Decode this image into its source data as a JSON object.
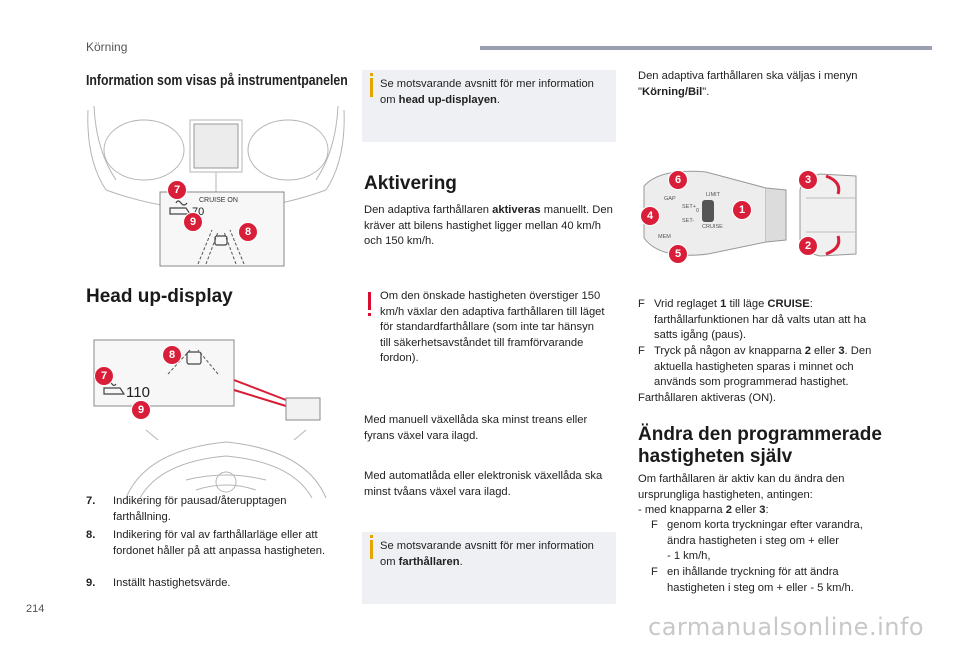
{
  "header": {
    "section": "Körning"
  },
  "page_number": "214",
  "watermark": "carmanualsonline.info",
  "left": {
    "heading": "Information som visas på instrumentpanelen",
    "cluster": {
      "cruise_label": "CRUISE ON",
      "speed": "70"
    },
    "hud_heading": "Head up-display",
    "hud": {
      "speed": "110"
    },
    "badges": [
      "7",
      "8",
      "9"
    ],
    "legend": [
      {
        "num": "7.",
        "text": "Indikering för pausad/återupptagen farthållning."
      },
      {
        "num": "8.",
        "text": "Indikering för val av farthållarläge eller att fordonet håller på att anpassa hastigheten."
      },
      {
        "num": "9.",
        "text": "Inställt hastighetsvärde."
      }
    ]
  },
  "middle": {
    "note_top_a": "Se motsvarande avsnitt för mer information om ",
    "note_top_b": "head up-displayen",
    "note_top_c": ".",
    "activation_heading": "Aktivering",
    "activation_a": "Den adaptiva farthållaren ",
    "activation_b": "aktiveras",
    "activation_c": " manuellt. Den kräver att bilens hastighet ligger mellan 40 km/h och 150 km/h.",
    "warning": "Om den önskade hastigheten överstiger 150 km/h växlar den adaptiva farthållaren till läget för standardfarthållare (som inte tar hänsyn till säkerhetsavståndet till framförvarande fordon).",
    "manual": "Med manuell växellåda ska minst treans eller fyrans växel vara ilagd.",
    "automatic": "Med automatlåda eller elektronisk växellåda ska minst tvåans växel vara ilagd.",
    "note_bottom_a": "Se motsvarande avsnitt för mer information om ",
    "note_bottom_b": "farthållaren",
    "note_bottom_c": "."
  },
  "right": {
    "intro_a": "Den adaptiva farthållaren ska väljas i menyn \"",
    "intro_b": "Körning/Bil",
    "intro_c": "\".",
    "stalk_badges": [
      "6",
      "4",
      "1",
      "5",
      "3",
      "2"
    ],
    "stalk_labels": {
      "set_plus": "SET+",
      "set_minus": "SET-",
      "limit": "LIMIT",
      "cruise": "CRUISE",
      "mem": "MEM",
      "gap": "GAP",
      "zero": "0"
    },
    "bullet_symbol": "F",
    "step1_a": "Vrid reglaget ",
    "step1_b": "1",
    "step1_c": " till läge ",
    "step1_d": "CRUISE",
    "step1_e": ":",
    "step1_line2": "farthållarfunktionen har då valts utan att ha",
    "step1_line3": "satts igång (paus).",
    "step2_a": "Tryck på någon av knapparna ",
    "step2_b": "2",
    "step2_c": " eller ",
    "step2_d": "3",
    "step2_e": ". Den",
    "step2_line2": "aktuella hastigheten sparas i minnet och",
    "step2_line3": "används som programmerad hastighet.",
    "activated": "Farthållaren aktiveras (ON).",
    "change_heading_1": "Ändra den programmerade",
    "change_heading_2": "hastigheten själv",
    "change_intro": "Om farthållaren är aktiv kan du ändra den ursprungliga hastigheten, antingen:",
    "change_a": "-  med knapparna ",
    "change_b": "2",
    "change_c": " eller ",
    "change_d": "3",
    "change_e": ":",
    "sub1_line1": "genom korta tryckningar efter varandra,",
    "sub1_line2": "ändra hastigheten i steg om + eller",
    "sub1_line3": "- 1 km/h,",
    "sub2_line1": "en ihållande tryckning för att ändra",
    "sub2_line2": "hastigheten i steg om + eller - 5 km/h."
  }
}
